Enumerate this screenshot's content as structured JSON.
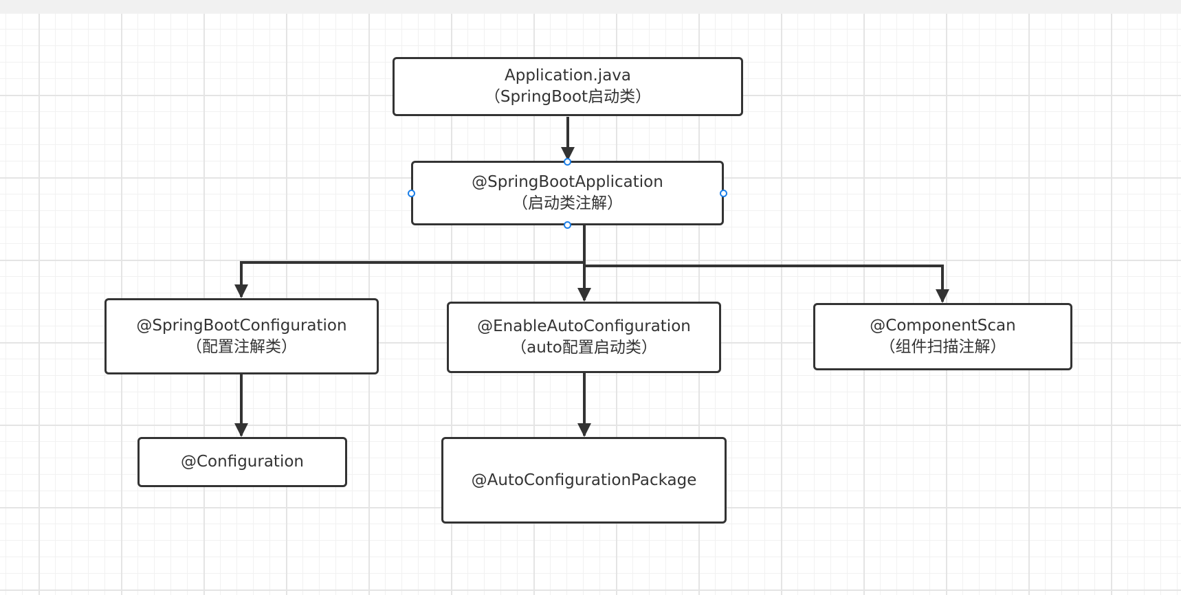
{
  "nodes": {
    "application": {
      "line1": "Application.java",
      "line2": "（SpringBoot启动类）"
    },
    "springbootapplication": {
      "line1": "@SpringBootApplication",
      "line2": "（启动类注解）"
    },
    "springbootconfiguration": {
      "line1": "@SpringBootConfiguration",
      "line2": "（配置注解类）"
    },
    "enableautoconfiguration": {
      "line1": "@EnableAutoConfiguration",
      "line2": "（auto配置启动类）"
    },
    "componentscan": {
      "line1": "@ComponentScan",
      "line2": "（组件扫描注解）"
    },
    "configuration": {
      "line1": "@Configuration"
    },
    "autoconfigurationpackage": {
      "line1": "@AutoConfigurationPackage"
    }
  },
  "edges": [
    {
      "from": "application",
      "to": "springbootapplication"
    },
    {
      "from": "springbootapplication",
      "to": "springbootconfiguration"
    },
    {
      "from": "springbootapplication",
      "to": "enableautoconfiguration"
    },
    {
      "from": "springbootapplication",
      "to": "componentscan"
    },
    {
      "from": "springbootconfiguration",
      "to": "configuration"
    },
    {
      "from": "enableautoconfiguration",
      "to": "autoconfigurationpackage"
    }
  ],
  "colors": {
    "stroke": "#333333",
    "selection_handle": "#1a7ee8",
    "grid_major": "#e4e4e4",
    "grid_minor": "#f1f1f1"
  },
  "selected_node": "springbootapplication"
}
